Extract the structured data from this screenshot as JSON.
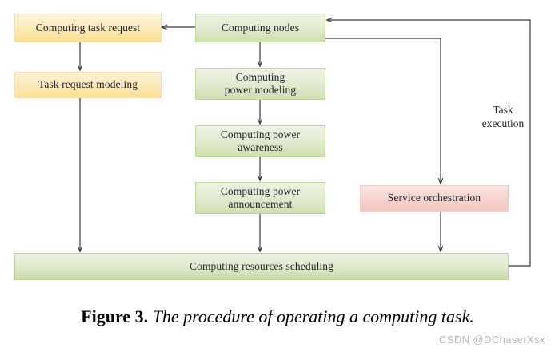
{
  "figure": {
    "caption_label": "Figure 3.",
    "caption_text": "The procedure of operating a computing task.",
    "watermark": "CSDN @DChaserXsx"
  },
  "colors": {
    "yellow_fill": "#fbdf94",
    "green_fill": "#cfdfb0",
    "pink_fill": "#f3c6c0",
    "edge_stroke": "#3a3a3a",
    "text": "#21212e"
  },
  "nodes": {
    "computing_task_request": "Computing task request",
    "task_request_modeling": "Task request modeling",
    "computing_nodes": "Computing nodes",
    "computing_power_modeling": "Computing\npower modeling",
    "computing_power_modeling_line1": "Computing",
    "computing_power_modeling_line2": "power modeling",
    "computing_power_awareness_line1": "Computing power",
    "computing_power_awareness_line2": "awareness",
    "computing_power_announcement_line1": "Computing power",
    "computing_power_announcement_line2": "announcement",
    "service_orchestration": "Service orchestration",
    "computing_resources_scheduling": "Computing resources scheduling"
  },
  "edge_labels": {
    "task_execution_line1": "Task",
    "task_execution_line2": "execution"
  }
}
